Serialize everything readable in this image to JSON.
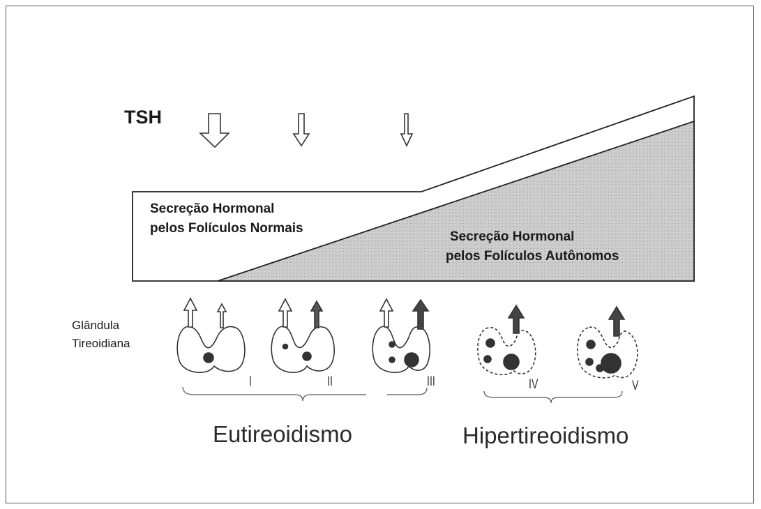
{
  "tsh": {
    "label": "TSH"
  },
  "normal_secretion": {
    "line1": "Secreção Hormonal",
    "line2": "pelos Folículos Normais"
  },
  "autonomous_secretion": {
    "line1": "Secreção Hormonal",
    "line2": "pelos Folículos Autônomos"
  },
  "gland": {
    "line1": "Glândula",
    "line2": "Tireoidiana"
  },
  "stages": [
    "I",
    "II",
    "III",
    "IV",
    "V"
  ],
  "groups": {
    "euthyroid": "Eutireoidismo",
    "hyperthyroid": "Hipertireoidismo"
  }
}
